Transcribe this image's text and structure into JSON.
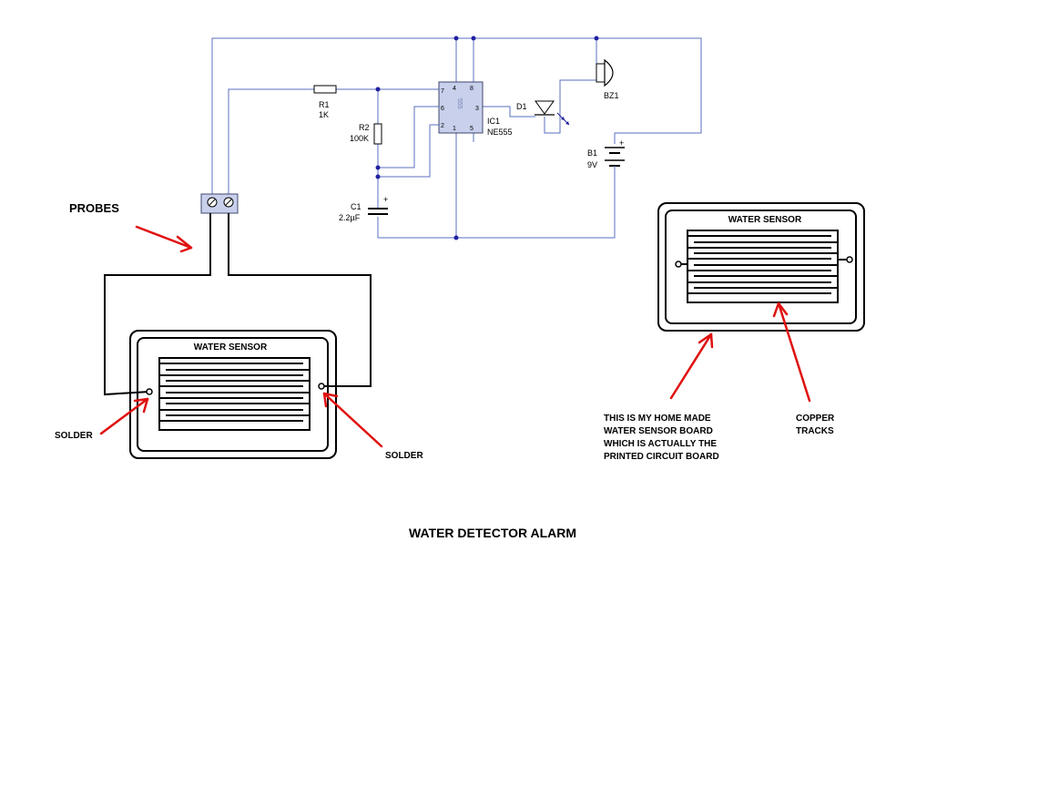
{
  "title": "WATER DETECTOR ALARM",
  "components": {
    "r1": {
      "ref": "R1",
      "value": "1K"
    },
    "r2": {
      "ref": "R2",
      "value": "100K"
    },
    "c1": {
      "ref": "C1",
      "value": "2.2µF",
      "polarity": "+"
    },
    "ic1": {
      "ref": "IC1",
      "value": "NE555",
      "body": "555",
      "pins": [
        "4",
        "8",
        "7",
        "6",
        "2",
        "1",
        "5",
        "3"
      ]
    },
    "d1": {
      "ref": "D1"
    },
    "bz1": {
      "ref": "BZ1"
    },
    "b1": {
      "ref": "B1",
      "value": "9V",
      "polarity": "+"
    }
  },
  "annotations": {
    "probes": "PROBES",
    "solder_left": "SOLDER",
    "solder_right": "SOLDER",
    "sensor_left_title": "WATER SENSOR",
    "sensor_right_title": "WATER SENSOR",
    "home_made": [
      "THIS IS MY HOME MADE",
      "WATER SENSOR BOARD",
      "WHICH IS ACTUALLY THE",
      "PRINTED CIRCUIT BOARD"
    ],
    "copper": [
      "COPPER",
      "TRACKS"
    ]
  },
  "colors": {
    "wire": "#5a6fc0",
    "arrow": "#e01010",
    "ic_fill": "#c8d0ec",
    "junction": "#2020a0"
  }
}
